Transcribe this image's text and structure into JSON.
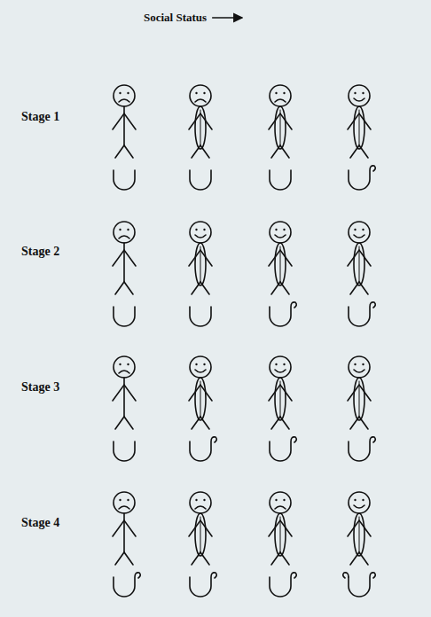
{
  "diagram": {
    "labels": [
      "Social Status",
      "Stage 1",
      "Stage 2",
      "Stage 3",
      "Stage 4"
    ]
  }
}
